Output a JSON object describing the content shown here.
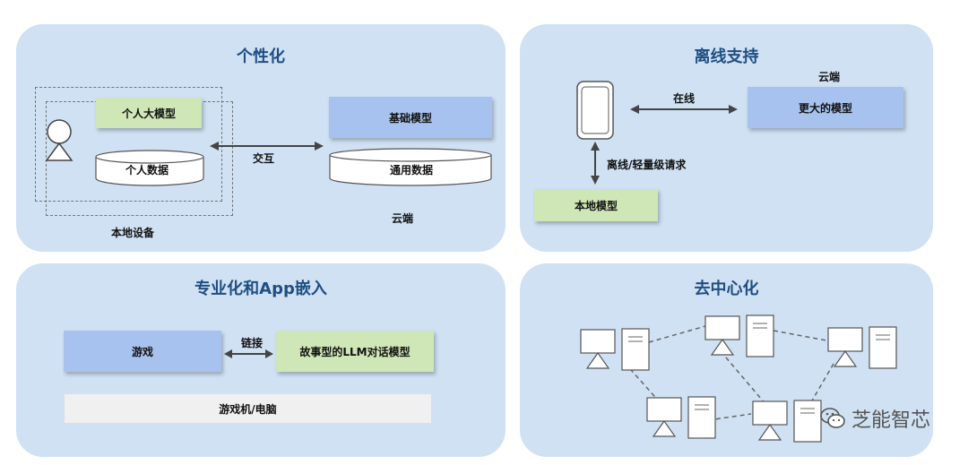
{
  "panels": {
    "personal": {
      "title": "个性化",
      "personal_model": "个人大模型",
      "personal_data": "个人数据",
      "interact": "交互",
      "base_model": "基础模型",
      "general_data": "通用数据",
      "local_device": "本地设备",
      "cloud": "云端"
    },
    "offline": {
      "title": "离线支持",
      "cloud": "云端",
      "online": "在线",
      "bigger_model": "更大的模型",
      "offline_request": "离线/轻量级请求",
      "local_model": "本地模型"
    },
    "specialized": {
      "title": "专业化和App嵌入",
      "game": "游戏",
      "link": "链接",
      "story_model": "故事型的LLM对话模型",
      "console": "游戏机/电脑"
    },
    "decentralized": {
      "title": "去中心化"
    }
  },
  "watermark": {
    "text": "芝能智芯",
    "icon": "wechat-icon"
  },
  "colors": {
    "panel": "#cfe1f3",
    "title": "#1f4e82",
    "green_box": "#cfe6b6",
    "blue_box": "#a8c2ef",
    "gray_box": "#f0f0f0"
  }
}
